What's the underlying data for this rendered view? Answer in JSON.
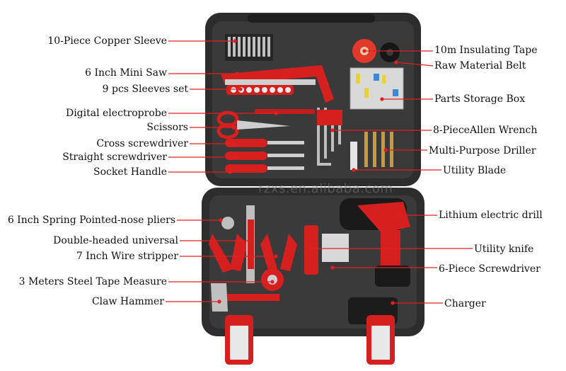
{
  "watermark": "rzxs.en.alibaba.com",
  "colors": {
    "accent": "#d61f1f",
    "case": "#2b2b2b",
    "line": "#e02020"
  },
  "left_labels": [
    "10-Piece Copper Sleeve",
    "6 Inch Mini Saw",
    "9 pcs Sleeves set",
    "Digital electroprobe",
    "Scissors",
    "Cross screwdriver",
    "Straight screwdriver",
    "Socket Handle",
    "6 Inch Spring Pointed-nose pliers",
    "Double-headed universal",
    "7 Inch Wire stripper",
    "3 Meters Steel Tape Measure",
    "Claw Hammer"
  ],
  "right_labels": [
    "10m Insulating Tape",
    "Raw Material Belt",
    "Parts Storage Box",
    "8-PieceAllen Wrench",
    "Multi-Purpose Driller",
    "Utility Blade",
    "Lithium electric drill",
    "Utility knife",
    "6-Piece Screwdriver",
    "Charger"
  ]
}
